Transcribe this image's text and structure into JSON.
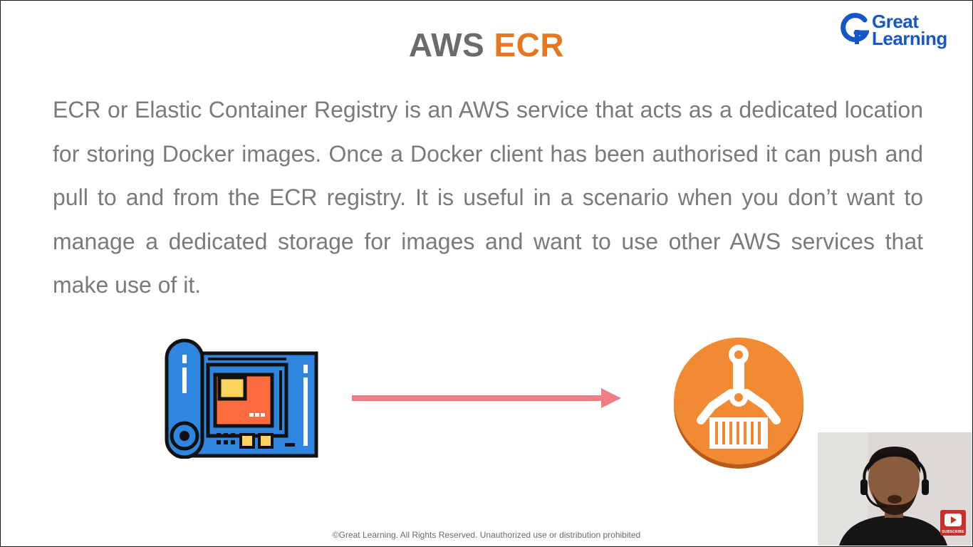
{
  "slide": {
    "title_part1": "AWS",
    "title_part2": "ECR",
    "paragraph": "ECR or Elastic Container Registry is an AWS service that acts as a dedicated location for storing Docker images. Once a Docker client has been authorised it can push and pull to and from the ECR registry. It is useful in a scenario when you don’t want to manage a dedicated storage for images and want to use other AWS services that make use of it.",
    "footer": "©Great Learning. All Rights Reserved. Unauthorized use or distribution prohibited"
  },
  "logo": {
    "line1": "Great",
    "line2": "Learning",
    "icon": "great-learning-g-icon"
  },
  "webcam": {
    "subscribe_label": "SUBSCRIBE",
    "icon": "youtube-subscribe-icon"
  },
  "colors": {
    "title_gray": "#6b6b6b",
    "accent_orange": "#e8761e",
    "body_gray": "#7a7a7a",
    "logo_blue": "#1657c7",
    "arrow_pink": "#f07c85"
  }
}
